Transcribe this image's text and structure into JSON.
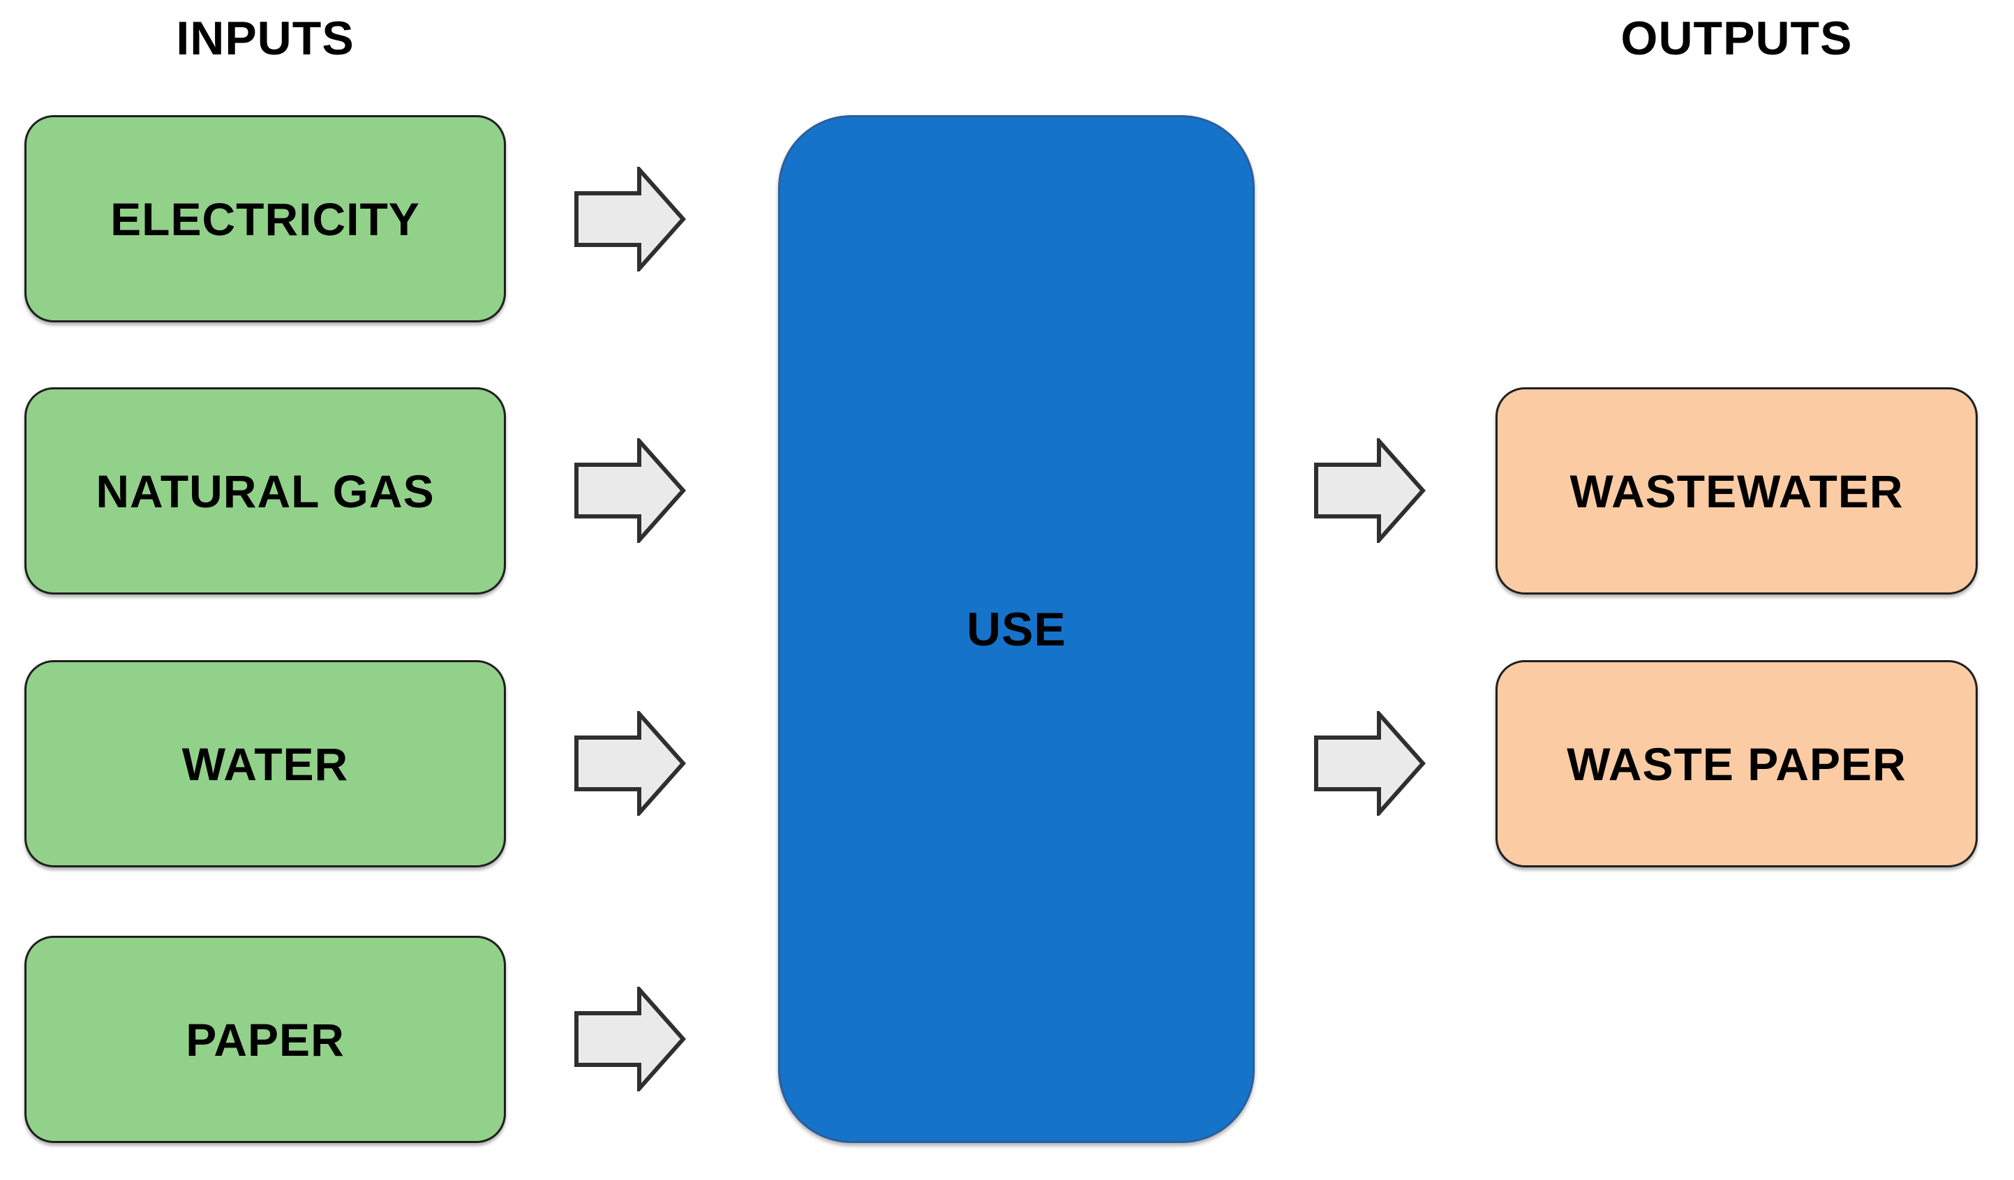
{
  "diagram": {
    "title_inputs": "INPUTS",
    "title_outputs": "OUTPUTS",
    "center": {
      "label": "USE"
    },
    "inputs": [
      {
        "label": "ELECTRICITY"
      },
      {
        "label": "NATURAL GAS"
      },
      {
        "label": "WATER"
      },
      {
        "label": "PAPER"
      }
    ],
    "outputs": [
      {
        "label": "WASTEWATER"
      },
      {
        "label": "WASTE PAPER"
      }
    ],
    "icons": {
      "flow_arrow": "right-arrow-icon"
    },
    "colors": {
      "input_box_fill": "#92D189",
      "output_box_fill": "#FBCBA4",
      "center_box_fill": "#1673CA",
      "center_box_border": "#2B5E9C",
      "box_border": "#1F1F1F",
      "arrow_fill": "#EAEAEA",
      "arrow_outline": "#2F2F2F",
      "text": "#000000",
      "background": "#FFFFFF"
    }
  }
}
